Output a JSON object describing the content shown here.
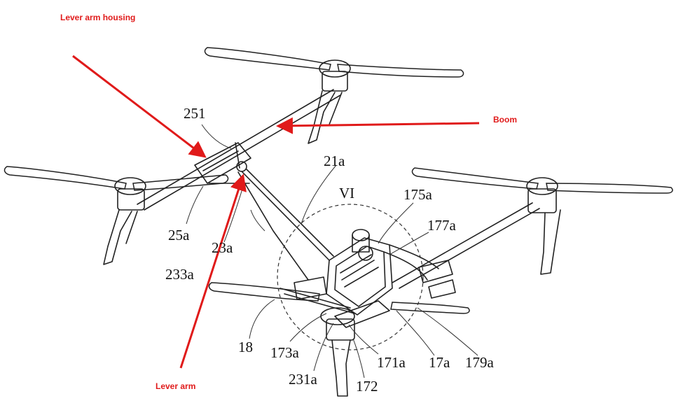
{
  "annotation_color": "#e01a1a",
  "annotations": {
    "lever_arm_housing": "Lever arm housing",
    "boom": "Boom",
    "lever_arm": "Lever arm"
  },
  "reference_labels": {
    "r251": "251",
    "r21a": "21a",
    "vi": "VI",
    "r175a": "175a",
    "r177a": "177a",
    "r25a": "25a",
    "r23a": "23a",
    "r233a": "233a",
    "r18": "18",
    "r173a": "173a",
    "r231a": "231a",
    "r171a": "171a",
    "r172": "172",
    "r17a": "17a",
    "r179a": "179a"
  }
}
